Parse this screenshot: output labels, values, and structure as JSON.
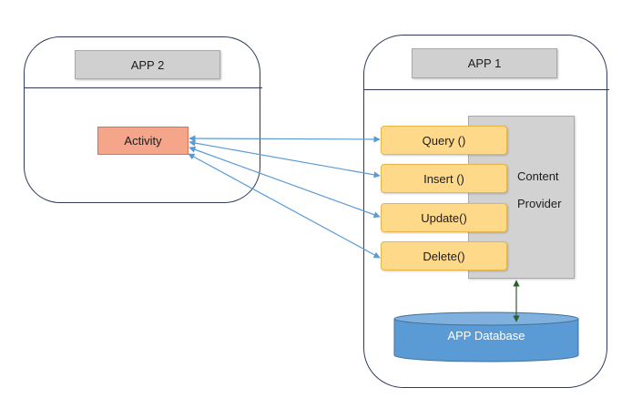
{
  "app2": {
    "title": "APP 2",
    "activity_label": "Activity"
  },
  "app1": {
    "title": "APP 1",
    "content_provider": [
      "Content",
      "Provider"
    ],
    "methods": [
      "Query ()",
      "Insert ()",
      "Update()",
      "Delete()"
    ],
    "database_label": "APP Database"
  },
  "colors": {
    "arrow_blue": "#5b9bd5",
    "arrow_green": "#2e5e2e",
    "method_fill": "#ffd98a",
    "activity_fill": "#f5a58a",
    "database_fill": "#5b9bd5",
    "header_fill": "#d0d0d0"
  }
}
